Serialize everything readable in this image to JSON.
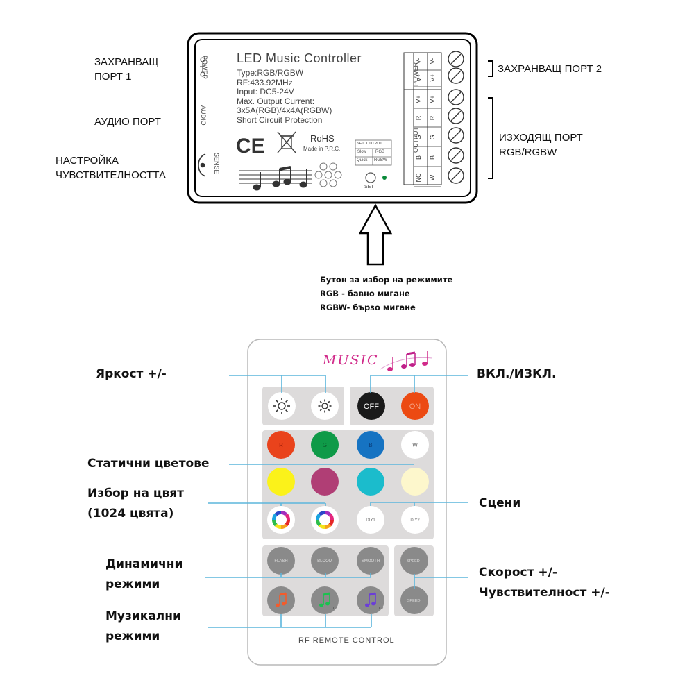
{
  "controller": {
    "title": "LED Music Controller",
    "specs": [
      "Type:RGB/RGBW",
      "RF:433.92MHz",
      "Input: DC5-24V",
      "Max. Output Current:",
      "3x5A(RGB)/4x4A(RGBW)",
      "Short Circuit Protection"
    ],
    "left_ports": {
      "power": "POWER",
      "audio": "AUDIO",
      "sense": "SENSE"
    },
    "rohs": "RoHS",
    "made_in": "Made in P.R.C.",
    "ce": "CE",
    "set_table": {
      "h1": "SET",
      "h2": "OUTPUT",
      "r1a": "Slow",
      "r1b": "RGB",
      "r2a": "Quick",
      "r2b": "RGBW"
    },
    "set_label": "SET",
    "terminal_groups": {
      "power": "POWER",
      "output": "OUTPUT"
    },
    "terminals": [
      "V-",
      "V+",
      "V+",
      "R",
      "G",
      "B",
      "W"
    ],
    "terminals_left": [
      "V-",
      "V+",
      "V+",
      "R",
      "G",
      "B",
      "NC"
    ]
  },
  "labels": {
    "power1": [
      "ЗАХРАНВАЩ",
      "ПОРТ 1"
    ],
    "audio": "АУДИО ПОРТ",
    "sense": [
      "НАСТРОЙКА",
      "ЧУВСТВИТЕЛНОСТТА"
    ],
    "power2": "ЗАХРАНВАЩ ПОРТ 2",
    "output": [
      "ИЗХОДЯЩ ПОРТ",
      "RGB/RGBW"
    ]
  },
  "mode_note": [
    "Бутон за избор на режимите",
    "RGB - бавно мигане",
    "RGBW- бързо мигане"
  ],
  "remote": {
    "logo": "MUSIC",
    "footer": "RF REMOTE CONTROL",
    "buttons": {
      "off": "OFF",
      "on": "ON",
      "r": "R",
      "g": "G",
      "b": "B",
      "w": "W",
      "diy1": "DIY1",
      "diy2": "DIY2",
      "flash": "FLASH",
      "bloom": "BLOOM",
      "smooth": "SMOOTH",
      "speed_up": "SPEED+",
      "speed_down": "SPEED-",
      "c1": "C1",
      "c2": "C2"
    }
  },
  "remote_labels": {
    "brightness": "Яркост +/-",
    "onoff": "ВКЛ./ИЗКЛ.",
    "static": "Статични цветове",
    "pick": [
      "Избор на цвят",
      "(1024 цвята)"
    ],
    "scenes": "Сцени",
    "dynamic": [
      "Динамични",
      "режими"
    ],
    "speed": [
      "Скорост +/-",
      "Чувствителност +/-"
    ],
    "music": [
      "Музикални",
      "режими"
    ]
  },
  "colors": {
    "leader": "#5cb6dc",
    "panel": "#dddbdb",
    "on": "#ec4a12",
    "red": "#e9431c",
    "green": "#0f9a48",
    "blue": "#1673c2",
    "yellow": "#fbf21a",
    "purple": "#b03e75",
    "cyan": "#1bbccc",
    "cream": "#fdf7cc",
    "gray_btn": "#8a8a8a"
  }
}
